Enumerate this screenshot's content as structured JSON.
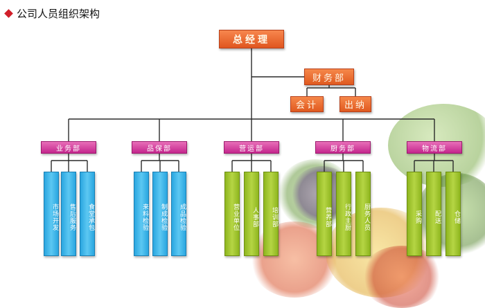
{
  "heading": {
    "text": "公司人员组织架构"
  },
  "root": {
    "label": "总经理"
  },
  "finance": {
    "label": "财务部",
    "children": [
      {
        "label": "会计"
      },
      {
        "label": "出纳"
      }
    ]
  },
  "departments": [
    {
      "label": "业务部",
      "children": [
        "市场开发",
        "售后服务",
        "食堂承包"
      ]
    },
    {
      "label": "品保部",
      "children": [
        "来料检验",
        "制成检验",
        "成品检验"
      ]
    },
    {
      "label": "营运部",
      "children": [
        "营业单位",
        "人事部",
        "培训部"
      ]
    },
    {
      "label": "厨务部",
      "children": [
        "营养部",
        "行政主厨",
        "厨务人员"
      ]
    },
    {
      "label": "物流部",
      "children": [
        "采购",
        "配送",
        "仓储"
      ]
    }
  ],
  "colors": {
    "top": "#e0561f",
    "dept": "#c4268d",
    "blue": "#2aa6e0",
    "green": "#8fb61f",
    "bullet": "#d11f2a"
  }
}
